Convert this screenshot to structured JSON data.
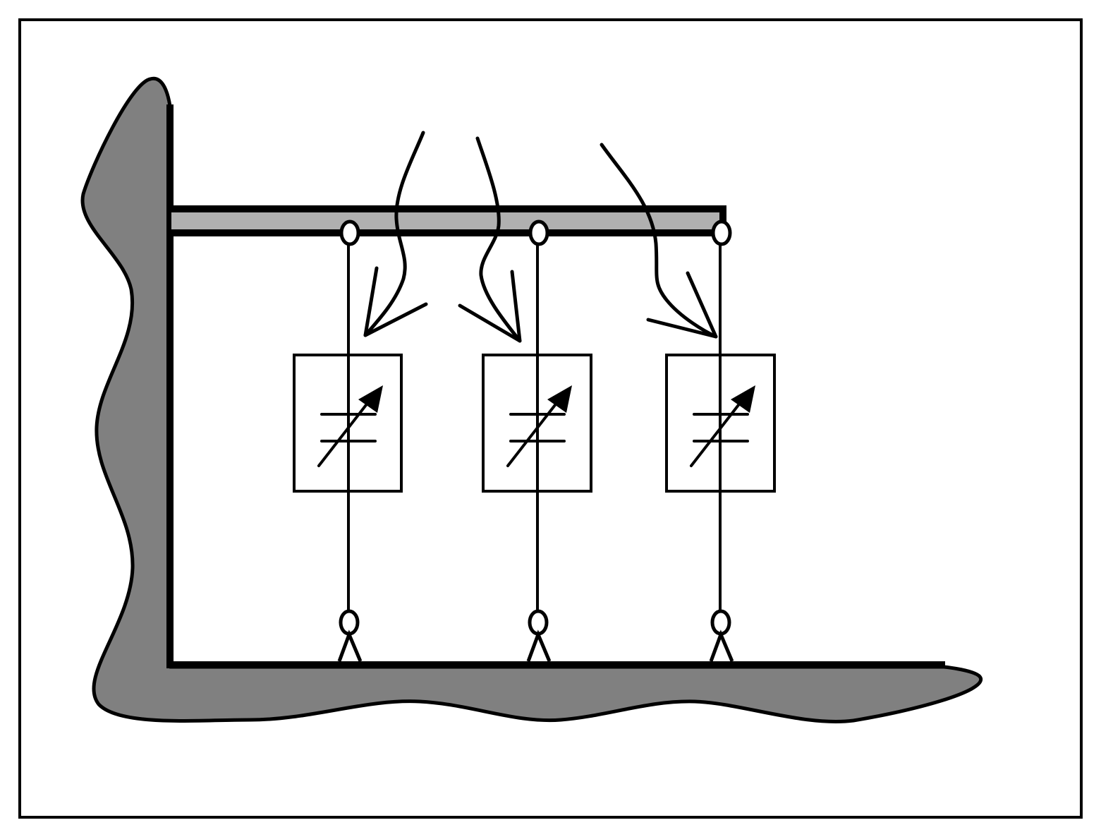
{
  "diagram": {
    "colors": {
      "ink": "#000000",
      "paper": "#ffffff",
      "wall_fill": "#808080",
      "beam_fill": "#b0b0b0"
    },
    "elements": [
      {
        "id": "left",
        "symbol": "variable-capacitor"
      },
      {
        "id": "middle",
        "symbol": "variable-capacitor"
      },
      {
        "id": "right",
        "symbol": "variable-capacitor"
      }
    ],
    "icons": {
      "support": "pin-support-icon",
      "hinge": "hinge-icon",
      "load": "curved-arrow-icon"
    }
  }
}
